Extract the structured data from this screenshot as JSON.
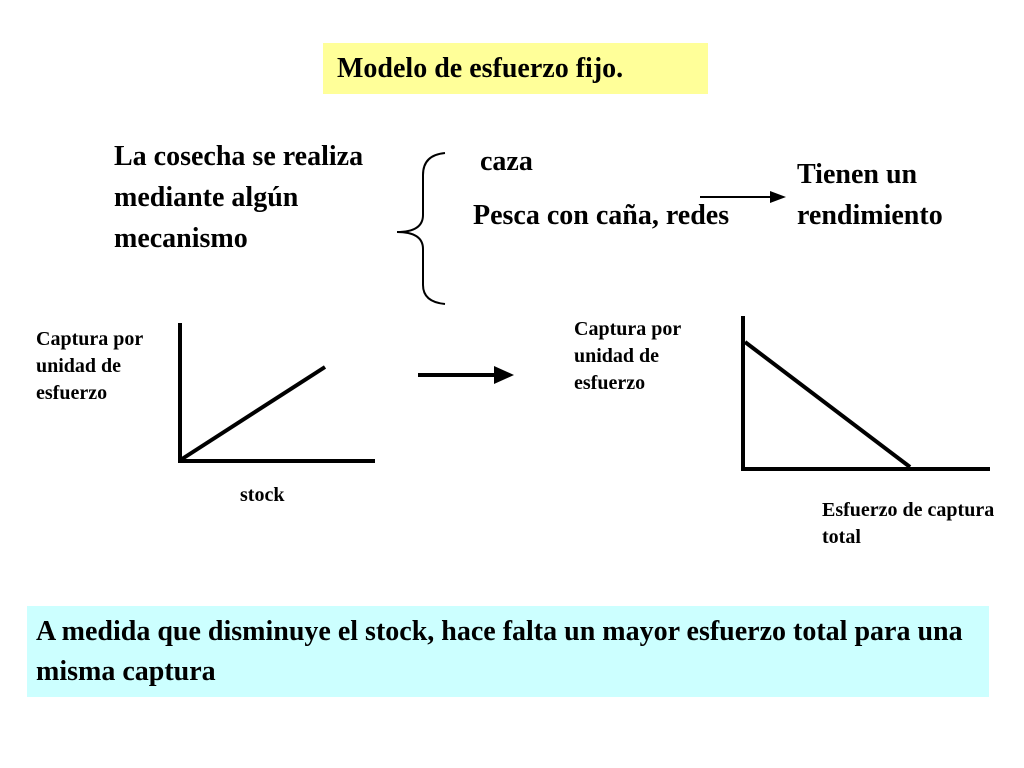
{
  "title": "Modelo de esfuerzo fijo.",
  "left_text": "La cosecha se realiza mediante algún mecanismo",
  "options": {
    "caza": "caza",
    "pesca": "Pesca con caña, redes"
  },
  "result_text": "Tienen un rendimiento",
  "chart_data": [
    {
      "type": "line",
      "title": "",
      "ylabel": "Captura por unidad de esfuerzo",
      "xlabel": "stock",
      "trend": "increasing"
    },
    {
      "type": "line",
      "title": "",
      "ylabel": "Captura por unidad de esfuerzo",
      "xlabel": "Esfuerzo de captura total",
      "trend": "decreasing"
    }
  ],
  "conclusion": "A medida que disminuye el stock, hace falta un mayor esfuerzo total para una misma captura",
  "colors": {
    "title_bg": "#ffff99",
    "conclusion_bg": "#ccffff"
  }
}
